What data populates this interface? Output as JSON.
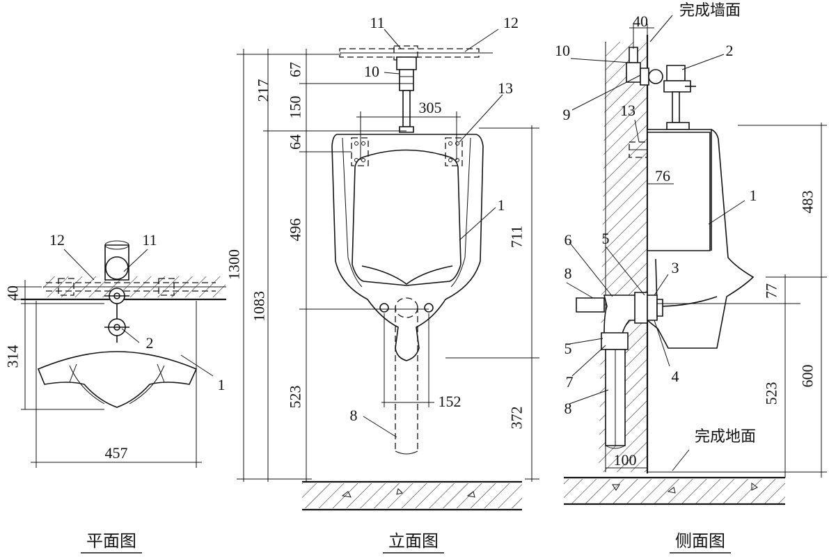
{
  "views": {
    "plan": {
      "caption": "平面图",
      "dims": {
        "wall": "40",
        "depth": "314",
        "width": "457"
      },
      "labels": {
        "pipe_cover": "12",
        "pipe_clip": "11",
        "valve": "2",
        "urinal": "1"
      }
    },
    "front": {
      "caption": "立面图",
      "dims": {
        "top_offset": "217",
        "valve_height": "67",
        "stem_height": "150",
        "bracket_offset": "64",
        "body_height": "496",
        "total_height": "1300",
        "rim_height": "1083",
        "outlet_height": "523",
        "body_total": "711",
        "bottom_height": "372",
        "top_width": "305",
        "outlet_width": "152"
      },
      "labels": {
        "pipe_clip": "11",
        "pipe_cover": "12",
        "valve": "10",
        "bracket": "13",
        "urinal": "1",
        "drain": "8"
      }
    },
    "side": {
      "caption": "侧面图",
      "finished_wall": "完成墙面",
      "finished_floor": "完成地面",
      "dims": {
        "wall_gap": "40",
        "bracket_depth": "76",
        "upper_height": "483",
        "trap_gap": "77",
        "floor_to_rim": "600",
        "floor_to_outlet": "523",
        "pipe_offset": "100"
      },
      "labels": {
        "valve": "10",
        "elbow": "9",
        "flush_valve": "2",
        "bracket": "13",
        "urinal": "1",
        "nut_a": "6",
        "gasket": "5",
        "coupling": "3",
        "drain_upper": "8",
        "flange": "4",
        "gasket_b": "5",
        "trap": "7",
        "drain_lower": "8"
      }
    }
  }
}
